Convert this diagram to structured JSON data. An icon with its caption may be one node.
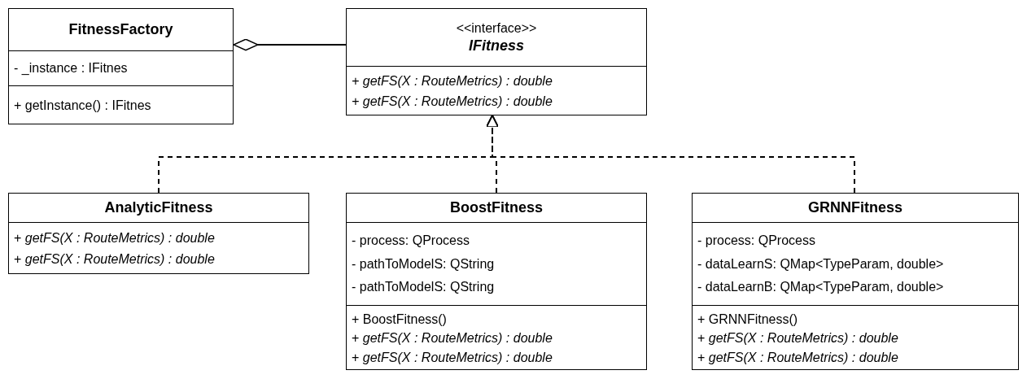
{
  "diagram": {
    "nodes": [
      {
        "text": [
          "FitnessFactory"
        ]
      },
      {
        "text": [
          "- _instance : IFitnes"
        ],
        "in": 0
      },
      {
        "text": [
          "+ getInstance() : IFitnes"
        ],
        "in": 0
      },
      {
        "text": [
          "<<interface>>",
          "IFitness"
        ]
      },
      {
        "text": [
          "+ *getFS(X : RouteMetrics) : double*",
          "+ *getFS(X : RouteMetrics) : double*"
        ],
        "in": 3
      },
      {
        "text": [
          "AnalyticFitness"
        ]
      },
      {
        "text": [
          "+ *getFS(X : RouteMetrics) : double*",
          "+ *getFS(X : RouteMetrics) : double*"
        ],
        "in": 5
      },
      {
        "text": [
          "BoostFitness"
        ]
      },
      {
        "text": [
          "- process: QProcess",
          "- pathToModelS: QString",
          "- pathToModelS: QString"
        ],
        "in": 7
      },
      {
        "text": [
          "+ BoostFitness()",
          "+ *getFS(X : RouteMetrics) : double*",
          "+ *getFS(X : RouteMetrics) : double*"
        ],
        "in": 7
      },
      {
        "text": [
          "GRNNFitness"
        ]
      },
      {
        "text": [
          "- process: QProcess",
          "- dataLearnS: QMap<TypeParam, double>",
          "- dataLearnB: QMap<TypeParam, double>"
        ],
        "in": 10
      },
      {
        "text": [
          "+ GRNNFitness()",
          "+ *getFS(X : RouteMetrics) : double*",
          "+ *getFS(X : RouteMetrics) : double*"
        ],
        "in": 10
      }
    ],
    "edges": [
      {
        "from": 3,
        "to": 0,
        "arrow": "other"
      },
      {
        "from": 5,
        "to": 3,
        "arrow": "to",
        "style": "dashed"
      },
      {
        "from": 7,
        "to": 3,
        "arrow": "to",
        "style": "dashed"
      },
      {
        "from": 10,
        "to": 3,
        "arrow": "to",
        "style": "dashed"
      }
    ]
  }
}
